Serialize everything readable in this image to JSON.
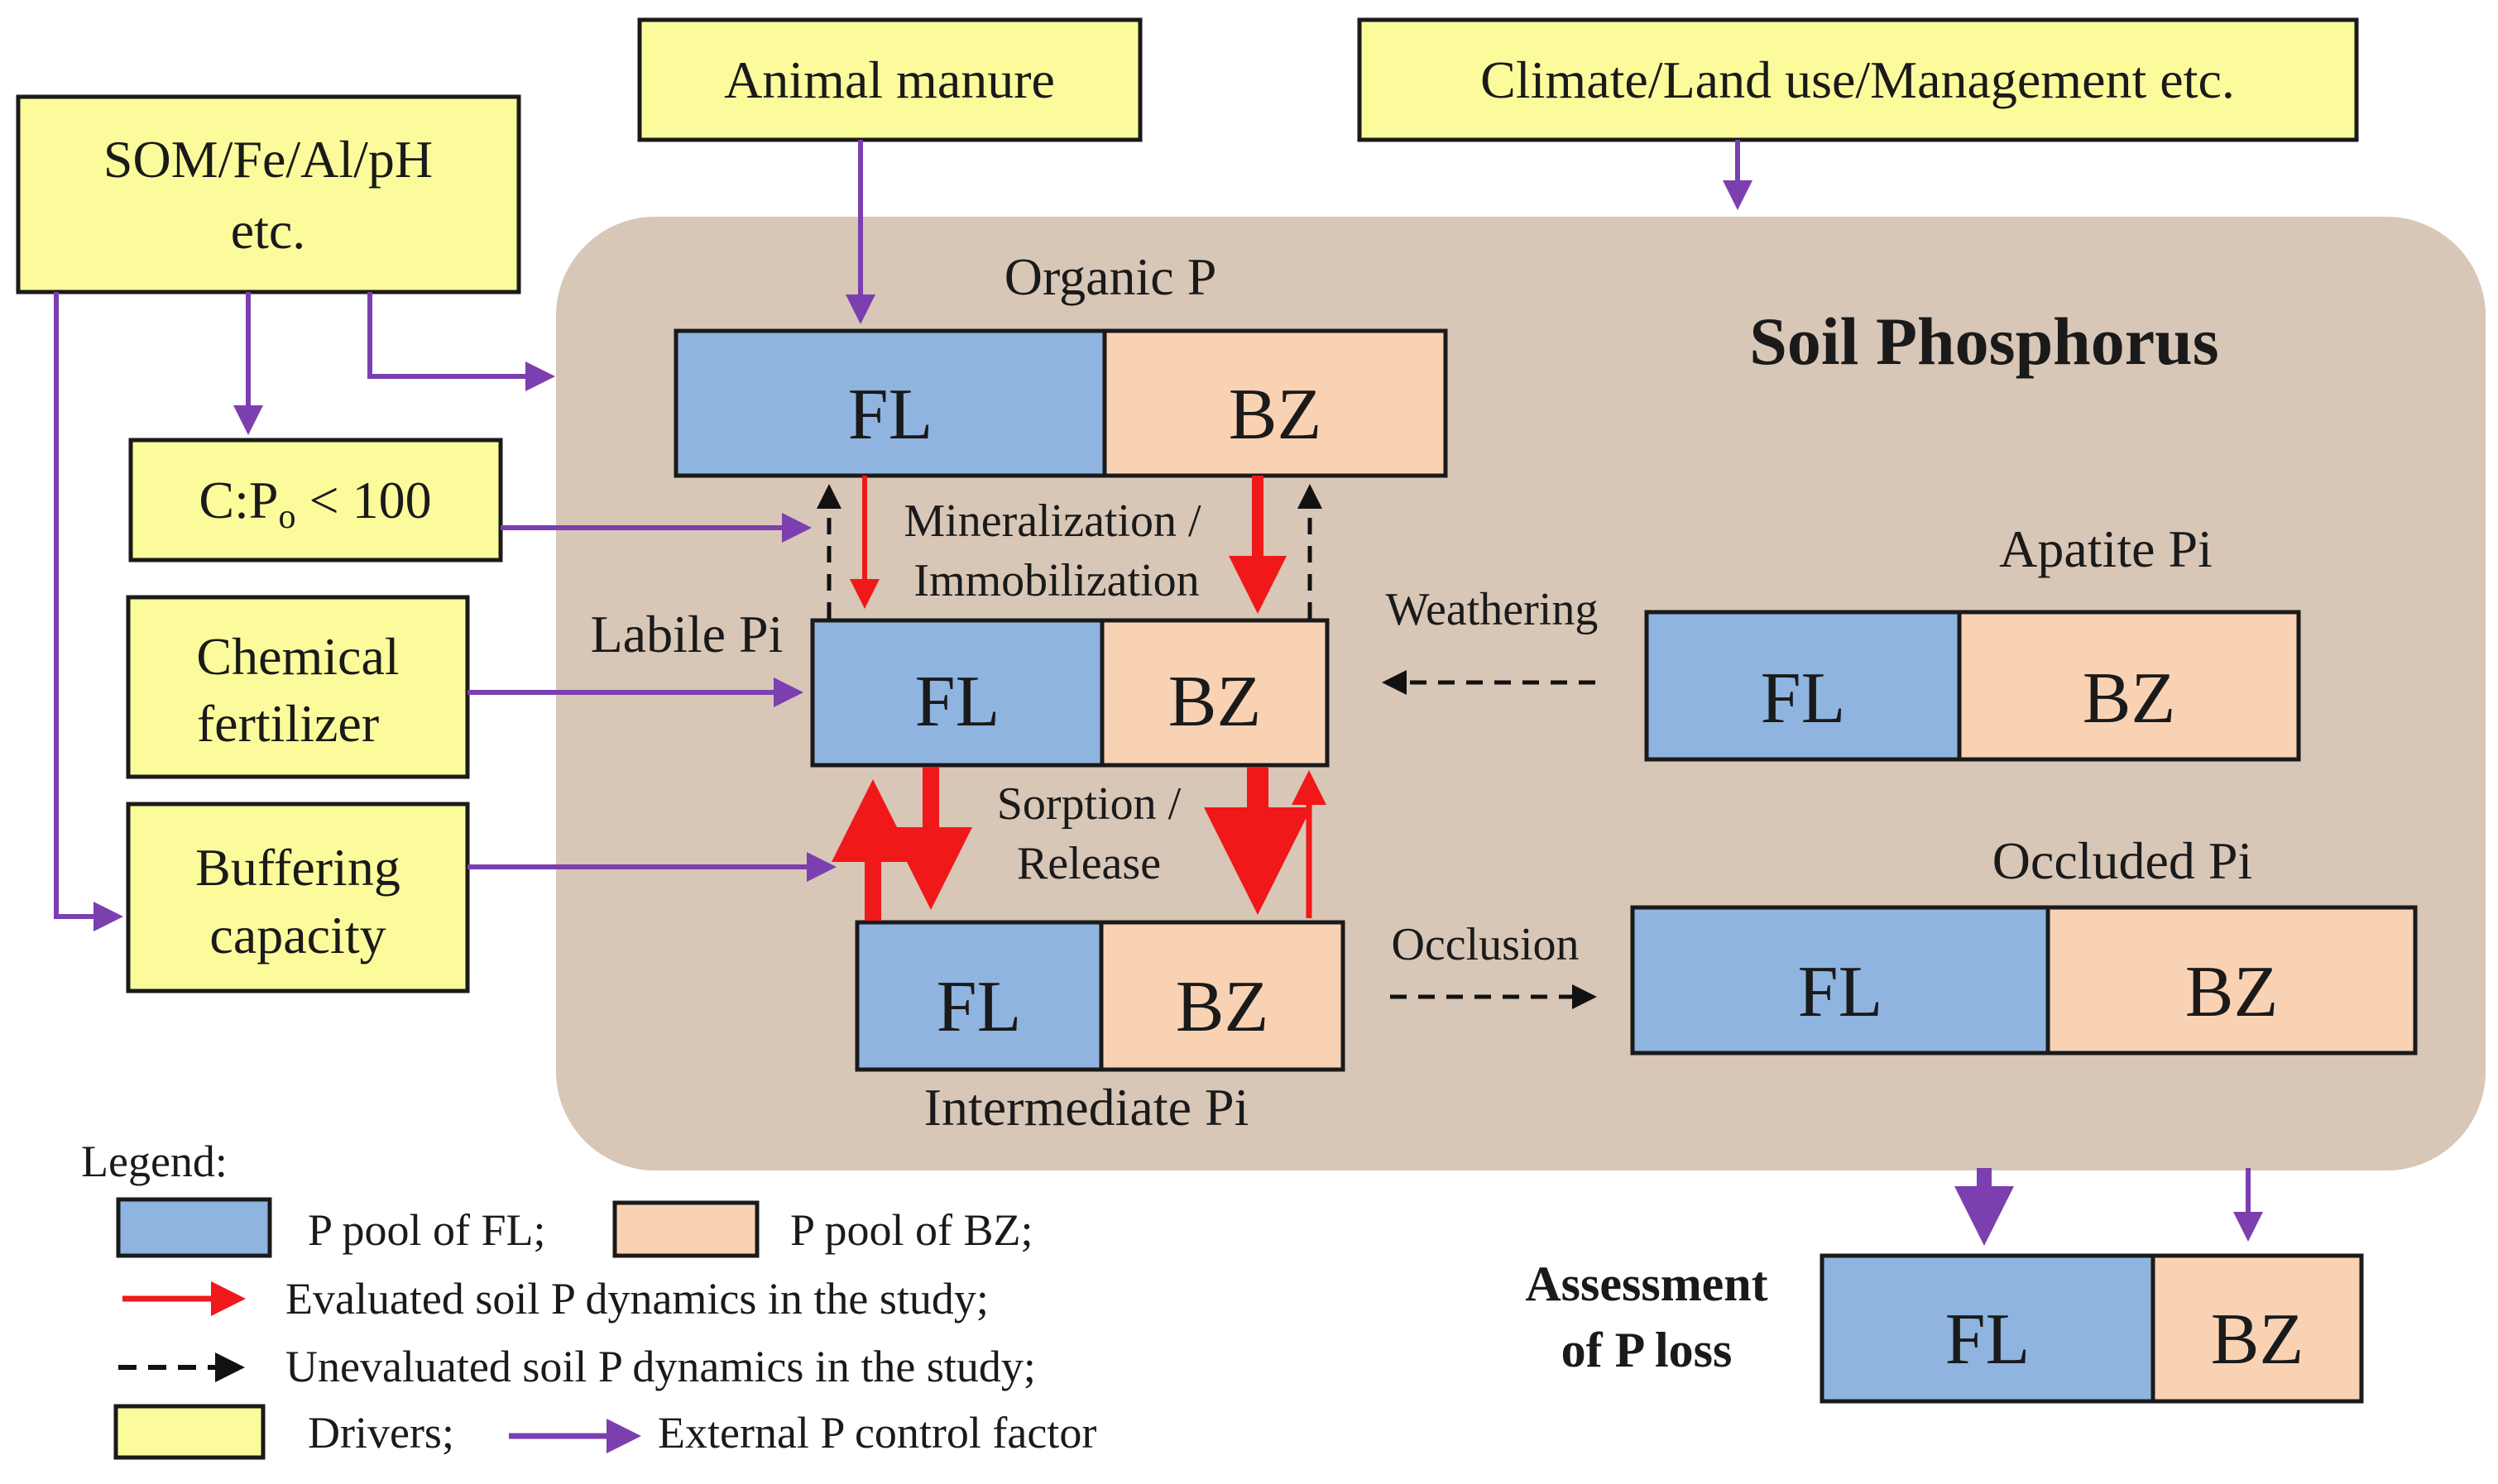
{
  "drivers": {
    "animal_manure": "Animal manure",
    "climate": "Climate/Land use/Management etc.",
    "som_line1": "SOM/Fe/Al/pH",
    "som_line2": "etc.",
    "cp_prefix": "C:P",
    "cp_sub": "o",
    "cp_suffix": " < 100",
    "chem_line1": "Chemical",
    "chem_line2": "fertilizer",
    "buff_line1": "Buffering",
    "buff_line2": "capacity"
  },
  "soil": {
    "title": "Soil Phosphorus",
    "organic": "Organic P",
    "labile": "Labile Pi",
    "intermediate": "Intermediate Pi",
    "apatite": "Apatite Pi",
    "occluded": "Occluded Pi",
    "fl": "FL",
    "bz": "BZ"
  },
  "processes": {
    "mineral_line1": "Mineralization /",
    "mineral_line2": "Immobilization",
    "sorption_line1": "Sorption /",
    "sorption_line2": "Release",
    "weathering": "Weathering",
    "occlusion": "Occlusion"
  },
  "assessment": {
    "line1": "Assessment",
    "line2": "of P loss",
    "fl": "FL",
    "bz": "BZ"
  },
  "legend": {
    "title": "Legend:",
    "fl_pool": "P pool of FL;",
    "bz_pool": "P pool of BZ;",
    "evaluated": "Evaluated soil P dynamics in the study;",
    "unevaluated": "Unevaluated soil P dynamics in the study;",
    "drivers": "Drivers;",
    "external": "External P control factor"
  },
  "colors": {
    "fl_blue": "#8fb4df",
    "bz_peach": "#f9d2b4",
    "driver_yellow": "#fbfb9c",
    "soil_bg": "#d8c6b6",
    "purple_arrow": "#7b3fb0",
    "red_arrow": "#f01818"
  }
}
